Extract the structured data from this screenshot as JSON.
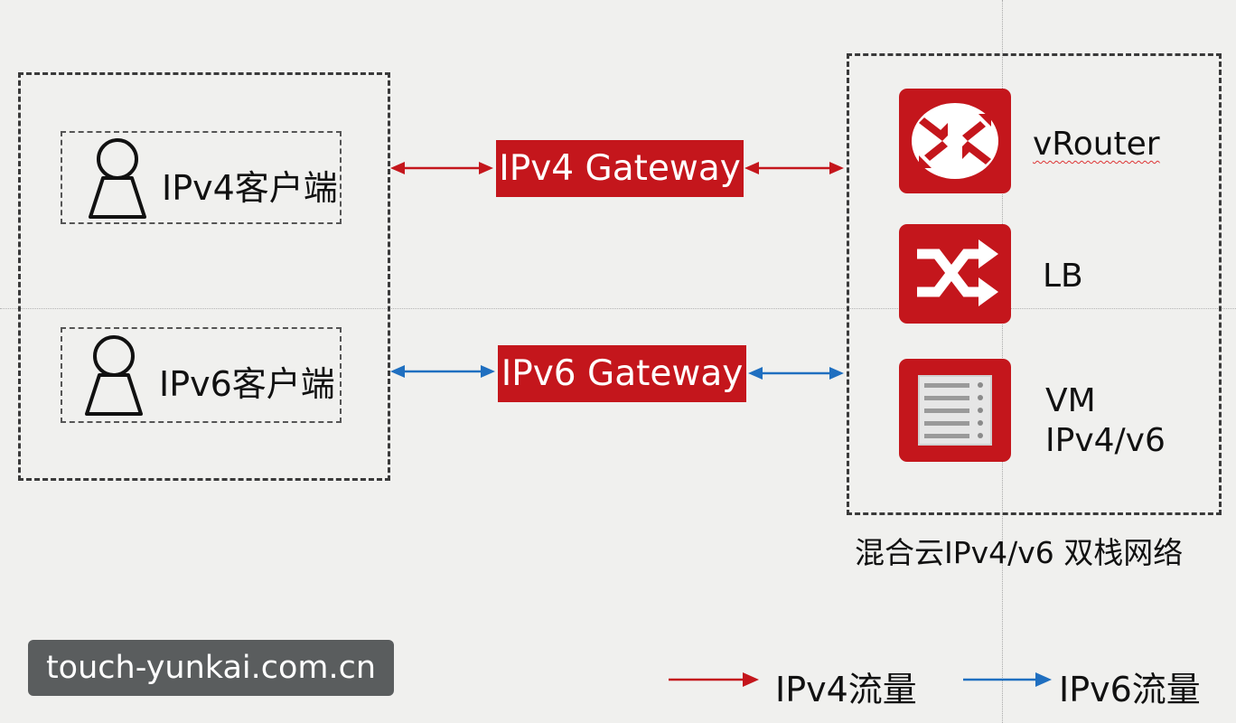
{
  "clients": {
    "ipv4_label": "IPv4客户端",
    "ipv6_label": "IPv6客户端"
  },
  "gateways": {
    "ipv4": "IPv4 Gateway",
    "ipv6": "IPv6 Gateway"
  },
  "services": {
    "vrouter": "vRouter",
    "lb": "LB",
    "vm_line1": "VM",
    "vm_line2": "IPv4/v6"
  },
  "network_caption": "混合云IPv4/v6 双栈网络",
  "watermark": "touch-yunkai.com.cn",
  "legend": {
    "ipv4": "IPv4流量",
    "ipv6": "IPv6流量"
  },
  "colors": {
    "ipv4_flow": "#c4161c",
    "ipv6_flow": "#1f6fc0",
    "tile_red": "#c4161c"
  },
  "icons": {
    "client": "person-outline-icon",
    "vrouter": "router-icon",
    "lb": "shuffle-icon",
    "vm": "server-rack-icon"
  }
}
